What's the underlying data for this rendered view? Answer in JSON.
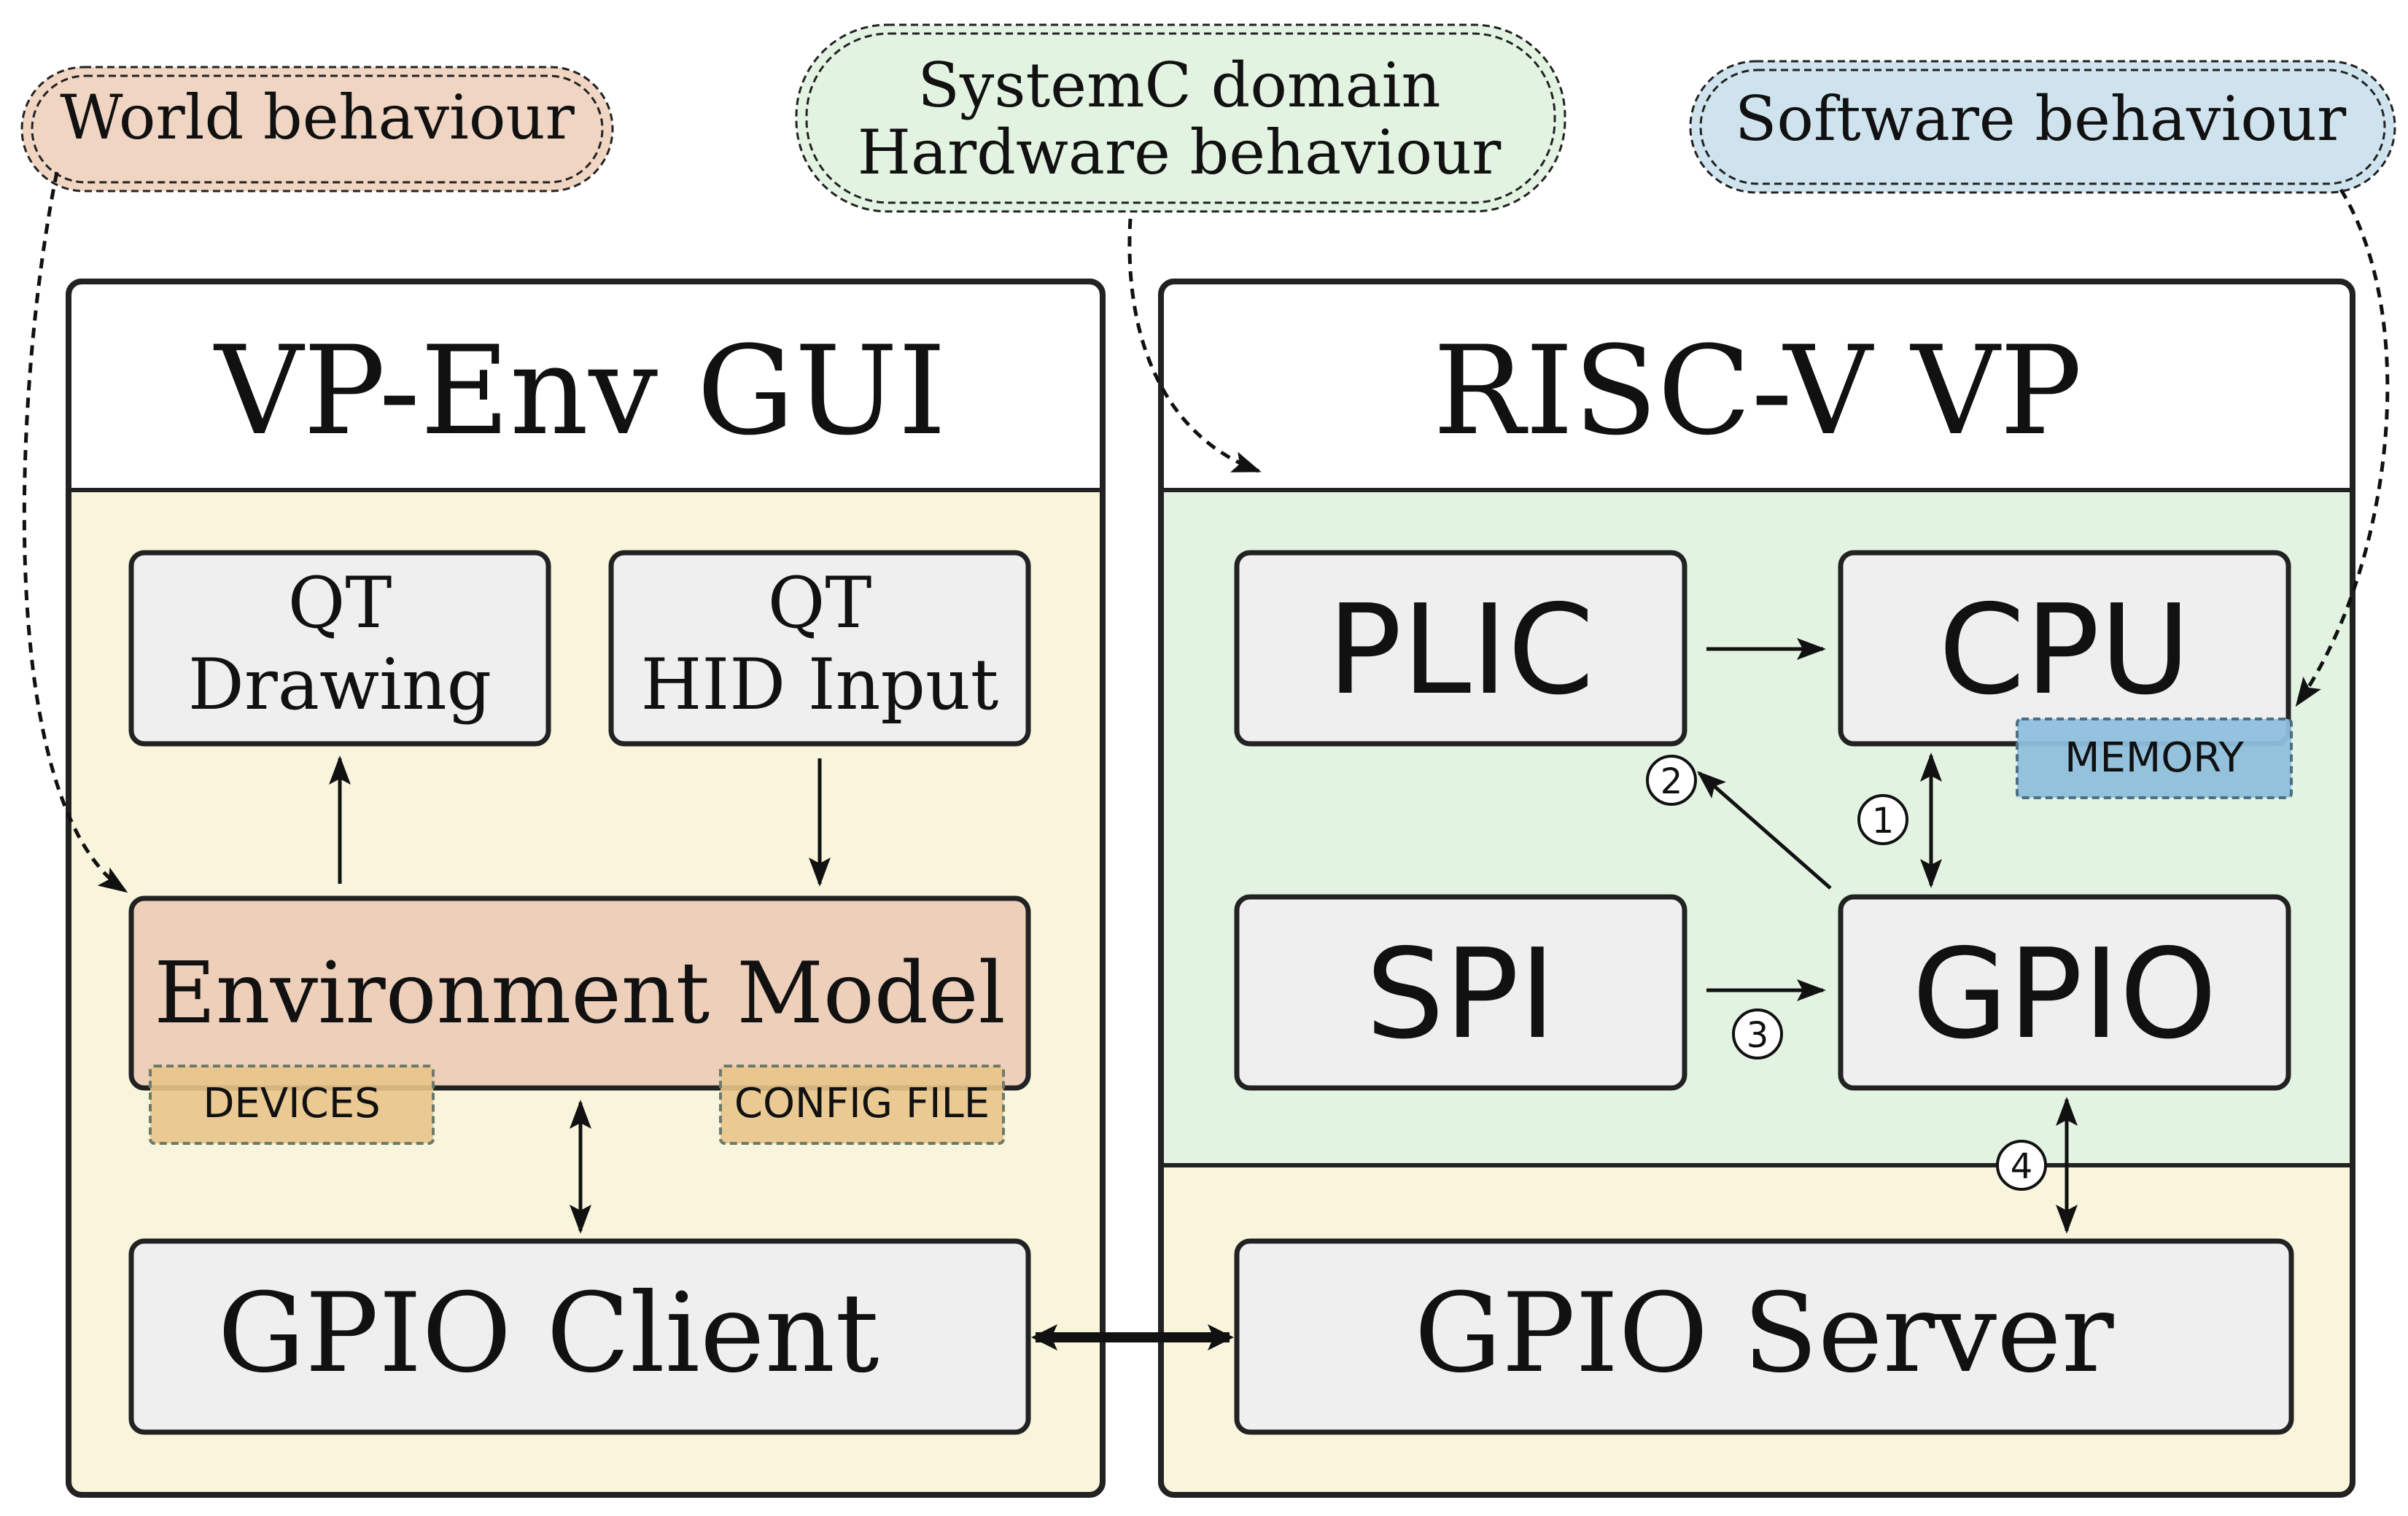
{
  "legend": {
    "world": "World behaviour",
    "systemc_line1": "SystemC domain",
    "systemc_line2": "Hardware behaviour",
    "software": "Software behaviour"
  },
  "left_panel": {
    "title": "VP-Env GUI",
    "qt_drawing_line1": "QT",
    "qt_drawing_line2": "Drawing",
    "qt_hid_line1": "QT",
    "qt_hid_line2": "HID Input",
    "env_model": "Environment Model",
    "devices_tag": "DEVICES",
    "config_tag": "CONFIG FILE",
    "gpio_client": "GPIO Client"
  },
  "right_panel": {
    "title": "RISC-V VP",
    "plic": "PLIC",
    "cpu": "CPU",
    "memory_tag": "MEMORY",
    "spi": "SPI",
    "gpio": "GPIO",
    "gpio_server": "GPIO Server"
  },
  "steps": {
    "one": "1",
    "two": "2",
    "three": "3",
    "four": "4"
  },
  "colors": {
    "world": "#f0d5c3",
    "systemc": "#e3f3e2",
    "software": "#cfe3ef",
    "panel_yellow": "#f8f5dc",
    "box_gray": "#efefef",
    "env_model": "#edcfba",
    "tag_orange": "#e8c48a",
    "tag_blue": "#8fbfdc"
  }
}
